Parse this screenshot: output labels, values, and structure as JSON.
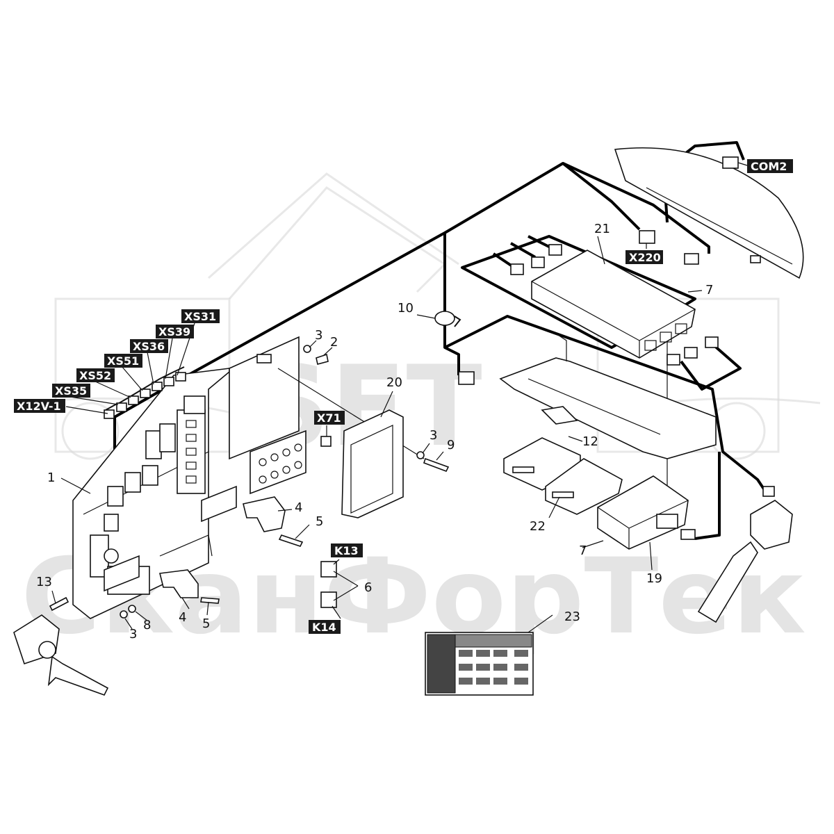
{
  "diagram": {
    "callouts": {
      "c1": "1",
      "c2": "2",
      "c3a": "3",
      "c3b": "3",
      "c3c": "3",
      "c4a": "4",
      "c4b": "4",
      "c5a": "5",
      "c5b": "5",
      "c6": "6",
      "c7a": "7",
      "c7b": "7",
      "c8": "8",
      "c9": "9",
      "c10": "10",
      "c12": "12",
      "c13": "13",
      "c19": "19",
      "c20": "20",
      "c21": "21",
      "c22": "22",
      "c23": "23"
    },
    "tags": {
      "com2": "COM2",
      "x220": "X220",
      "xs31": "XS31",
      "xs39": "XS39",
      "xs36": "XS36",
      "xs51": "XS51",
      "xs52": "XS52",
      "xs35": "XS35",
      "x12v1": "X12V-1",
      "x71": "X71",
      "k13": "K13",
      "k14": "K14"
    }
  },
  "watermark": {
    "logo": "SFT",
    "brand": "СканФорТек"
  },
  "colors": {
    "line": "#111111",
    "tag_background": "#1a1a1a",
    "tag_text": "#ffffff",
    "watermark": "#cfcfcf"
  }
}
